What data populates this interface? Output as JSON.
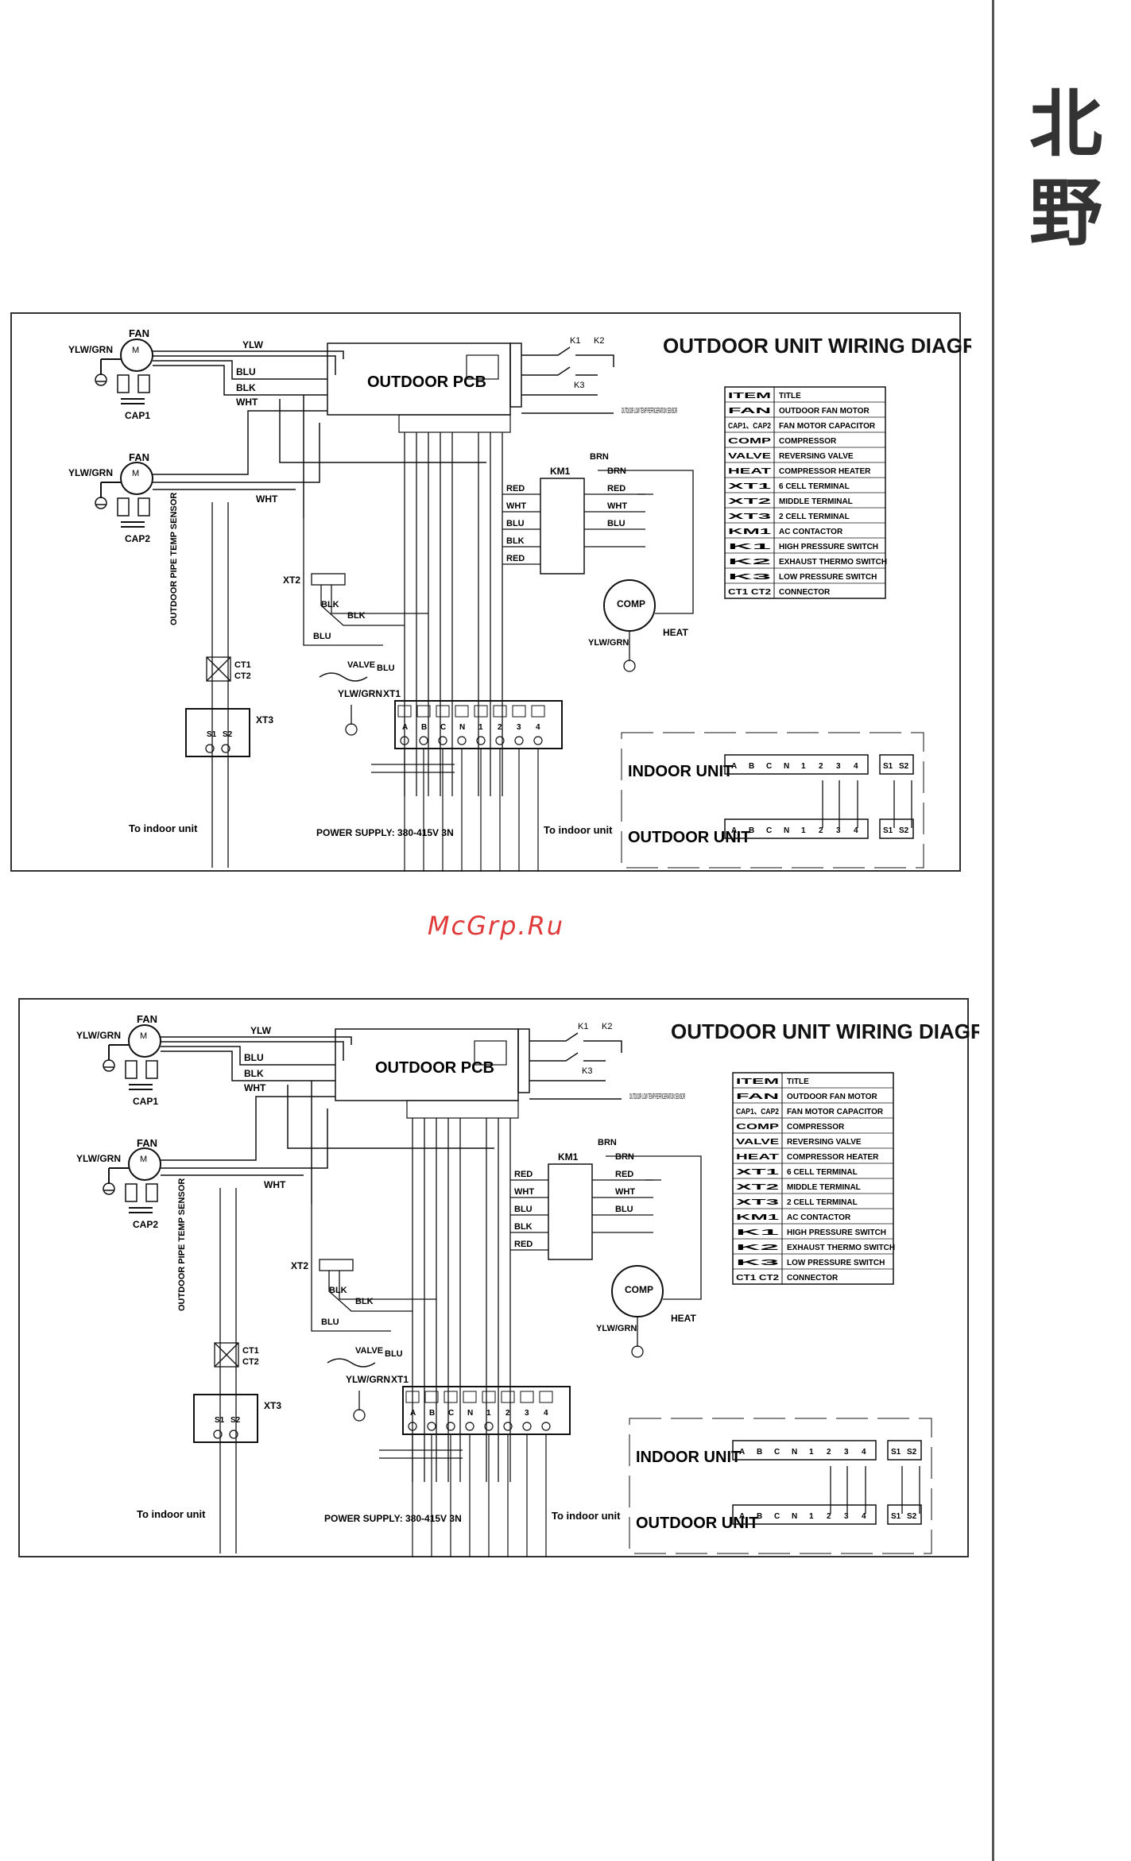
{
  "brand": {
    "char1": "北",
    "char2": "野"
  },
  "watermark": "McGrp.Ru",
  "diagrams": [
    {
      "title": "OUTDOOR UNIT WIRING DIAGRAM",
      "pcb_label": "OUTDOOR PCB",
      "fan1": {
        "label": "FAN",
        "motor": "M",
        "ground": "YLW/GRN",
        "cap": "CAP1"
      },
      "fan2": {
        "label": "FAN",
        "motor": "M",
        "ground": "YLW/GRN",
        "cap": "CAP2"
      },
      "wires": {
        "ylw": "YLW",
        "blu": "BLU",
        "blk": "BLK",
        "wht": "WHT",
        "wht2": "WHT",
        "brn": "BRN",
        "red": "RED"
      },
      "sensor_label": "OUTDOOR LOW TEMP REFRIGERATION SENSOR",
      "km_label": "KM1",
      "comp_label": "COMP",
      "heat_label": "HEAT",
      "ylwgrn": "YLW/GRN",
      "valve_label": "VALVE",
      "xt1": "XT1",
      "xt2": "XT2",
      "xt3": "XT3",
      "pipe_sensor": "OUTDOOR PIPE TEMP SENSOR",
      "ct1": "CT1",
      "ct2": "CT2",
      "to_indoor_left": "To indoor unit",
      "to_indoor_right": "To indoor unit",
      "power_supply": "POWER SUPPLY: 380-415V 3N",
      "indoor_unit": "INDOOR UNIT",
      "outdoor_unit": "OUTDOOR UNIT",
      "terminals": [
        "A",
        "B",
        "C",
        "N",
        "1",
        "2",
        "3",
        "4"
      ],
      "s_terminals": [
        "S1",
        "S2"
      ],
      "k_labels": [
        "K1",
        "K2",
        "K3"
      ],
      "table": {
        "headers": [
          "ITEM",
          "TITLE"
        ],
        "rows": [
          [
            "FAN",
            "OUTDOOR FAN MOTOR"
          ],
          [
            "CAP1、CAP2",
            "FAN MOTOR CAPACITOR"
          ],
          [
            "COMP",
            "COMPRESSOR"
          ],
          [
            "VALVE",
            "REVERSING VALVE"
          ],
          [
            "HEAT",
            "COMPRESSOR HEATER"
          ],
          [
            "XT1",
            "6 CELL TERMINAL"
          ],
          [
            "XT2",
            "MIDDLE TERMINAL"
          ],
          [
            "XT3",
            "2 CELL TERMINAL"
          ],
          [
            "KM1",
            "AC CONTACTOR"
          ],
          [
            "K1",
            "HIGH PRESSURE SWITCH"
          ],
          [
            "K2",
            "EXHAUST THERMO SWITCH"
          ],
          [
            "K3",
            "LOW PRESSURE SWITCH"
          ],
          [
            "CT1 CT2",
            "CONNECTOR"
          ]
        ]
      }
    },
    {
      "title": "OUTDOOR UNIT WIRING DIAGRAM",
      "pcb_label": "OUTDOOR PCB",
      "fan1": {
        "label": "FAN",
        "motor": "M",
        "ground": "YLW/GRN",
        "cap": "CAP1"
      },
      "fan2": {
        "label": "FAN",
        "motor": "M",
        "ground": "YLW/GRN",
        "cap": "CAP2"
      },
      "wires": {
        "ylw": "YLW",
        "blu": "BLU",
        "blk": "BLK",
        "wht": "WHT",
        "wht2": "WHT",
        "brn": "BRN",
        "red": "RED"
      },
      "sensor_label": "OUTDOOR LOW TEMP REFRIGERATION SENSOR",
      "km_label": "KM1",
      "comp_label": "COMP",
      "heat_label": "HEAT",
      "ylwgrn": "YLW/GRN",
      "valve_label": "VALVE",
      "xt1": "XT1",
      "xt2": "XT2",
      "xt3": "XT3",
      "pipe_sensor": "OUTDOOR PIPE TEMP SENSOR",
      "ct1": "CT1",
      "ct2": "CT2",
      "to_indoor_left": "To indoor unit",
      "to_indoor_right": "To indoor unit",
      "power_supply": "POWER SUPPLY: 380-415V 3N",
      "indoor_unit": "INDOOR UNIT",
      "outdoor_unit": "OUTDOOR UNIT",
      "terminals": [
        "A",
        "B",
        "C",
        "N",
        "1",
        "2",
        "3",
        "4"
      ],
      "s_terminals": [
        "S1",
        "S2"
      ],
      "k_labels": [
        "K1",
        "K2",
        "K3"
      ],
      "table": {
        "headers": [
          "ITEM",
          "TITLE"
        ],
        "rows": [
          [
            "FAN",
            "OUTDOOR FAN MOTOR"
          ],
          [
            "CAP1、CAP2",
            "FAN MOTOR CAPACITOR"
          ],
          [
            "COMP",
            "COMPRESSOR"
          ],
          [
            "VALVE",
            "REVERSING VALVE"
          ],
          [
            "HEAT",
            "COMPRESSOR HEATER"
          ],
          [
            "XT1",
            "6 CELL TERMINAL"
          ],
          [
            "XT2",
            "MIDDLE TERMINAL"
          ],
          [
            "XT3",
            "2 CELL TERMINAL"
          ],
          [
            "KM1",
            "AC CONTACTOR"
          ],
          [
            "K1",
            "HIGH PRESSURE SWITCH"
          ],
          [
            "K2",
            "EXHAUST THERMO SWITCH"
          ],
          [
            "K3",
            "LOW PRESSURE SWITCH"
          ],
          [
            "CT1 CT2",
            "CONNECTOR"
          ]
        ]
      }
    }
  ]
}
